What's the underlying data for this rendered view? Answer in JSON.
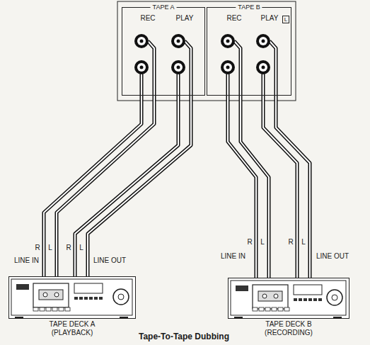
{
  "diagram": {
    "caption": "Tape-To-Tape Dubbing",
    "nodes": [
      {
        "text": [
          "TAPE A"
        ]
      },
      {
        "text": [
          "TAPE B"
        ]
      },
      {
        "text": [
          "TAPE DECK A (PLAYBACK)"
        ]
      },
      {
        "text": [
          "TAPE DECK B (RECORDING)"
        ]
      }
    ],
    "edges": [
      {
        "from": 0,
        "to": 2,
        "arrow": "none"
      },
      {
        "from": 0,
        "to": 2,
        "arrow": "none"
      },
      {
        "from": 1,
        "to": 3,
        "arrow": "none"
      },
      {
        "from": 1,
        "to": 3,
        "arrow": "none"
      }
    ],
    "labels": [
      "REC",
      "PLAY",
      "REC",
      "PLAY",
      "L",
      "R",
      "L",
      "R",
      "L",
      "LINE IN",
      "LINE OUT",
      "R",
      "L",
      "R",
      "L",
      "LINE IN",
      "LINE OUT"
    ]
  }
}
